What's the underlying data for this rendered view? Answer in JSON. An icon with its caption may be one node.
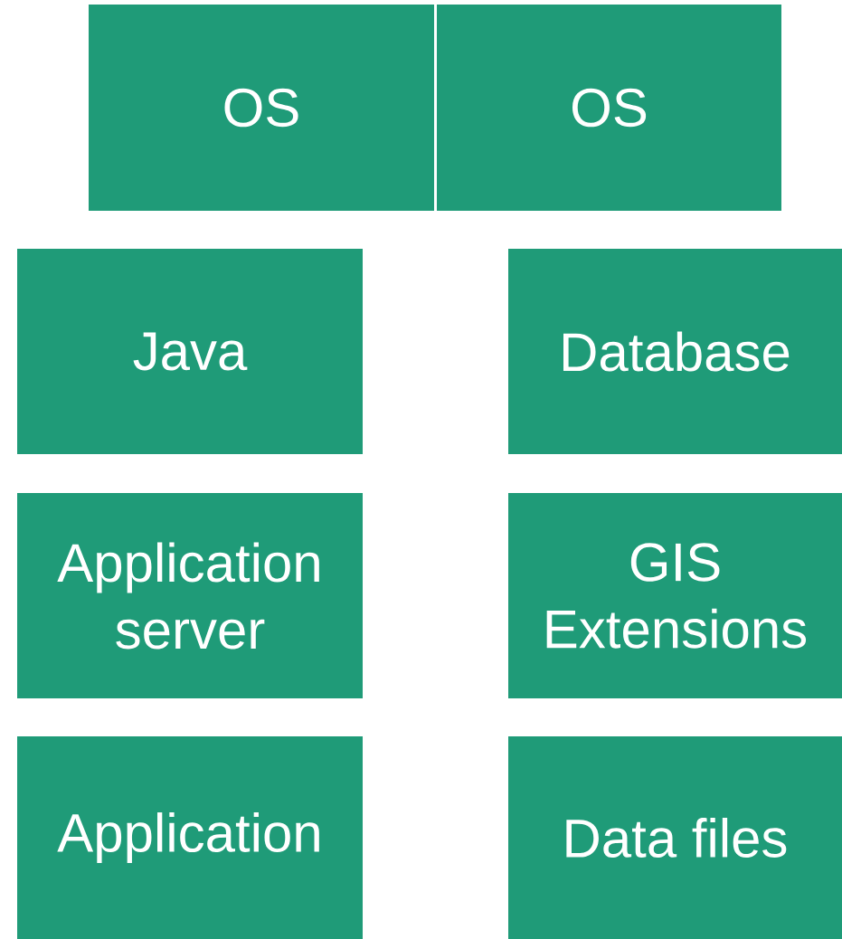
{
  "diagram": {
    "nodes": [
      {
        "text": [
          "OS"
        ]
      },
      {
        "text": [
          "OS"
        ]
      },
      {
        "text": [
          "Java"
        ]
      },
      {
        "text": [
          "Database"
        ]
      },
      {
        "text": [
          "Application server"
        ]
      },
      {
        "text": [
          "GIS Extensions"
        ]
      },
      {
        "text": [
          "Application"
        ]
      },
      {
        "text": [
          "Data files"
        ]
      }
    ]
  }
}
